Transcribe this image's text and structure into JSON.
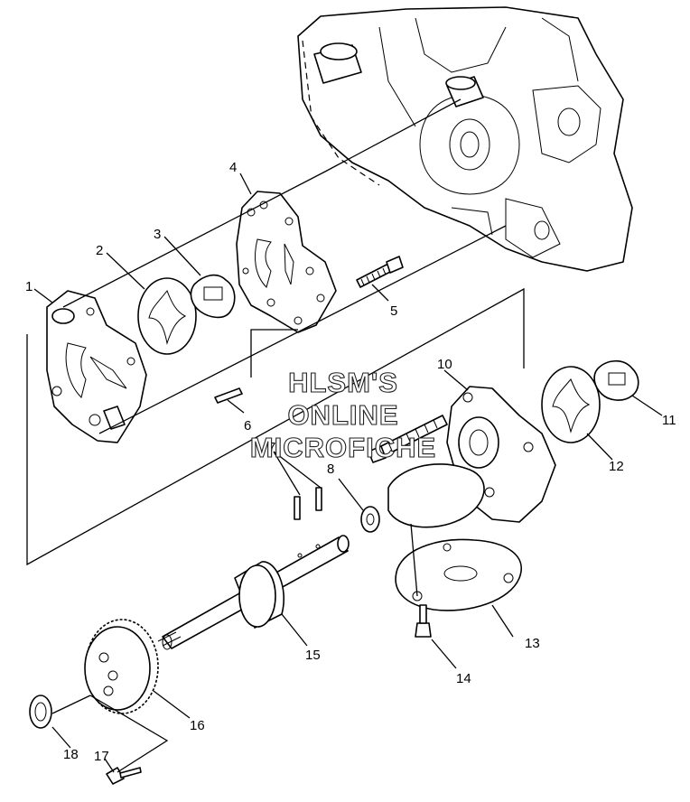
{
  "diagram": {
    "callouts": [
      "1",
      "2",
      "3",
      "4",
      "5",
      "6",
      "7",
      "8",
      "10",
      "11",
      "12",
      "13",
      "14",
      "15",
      "16",
      "17",
      "18"
    ],
    "watermark": [
      "HLSM'S",
      "ONLINE",
      "MICROFICHE"
    ]
  }
}
